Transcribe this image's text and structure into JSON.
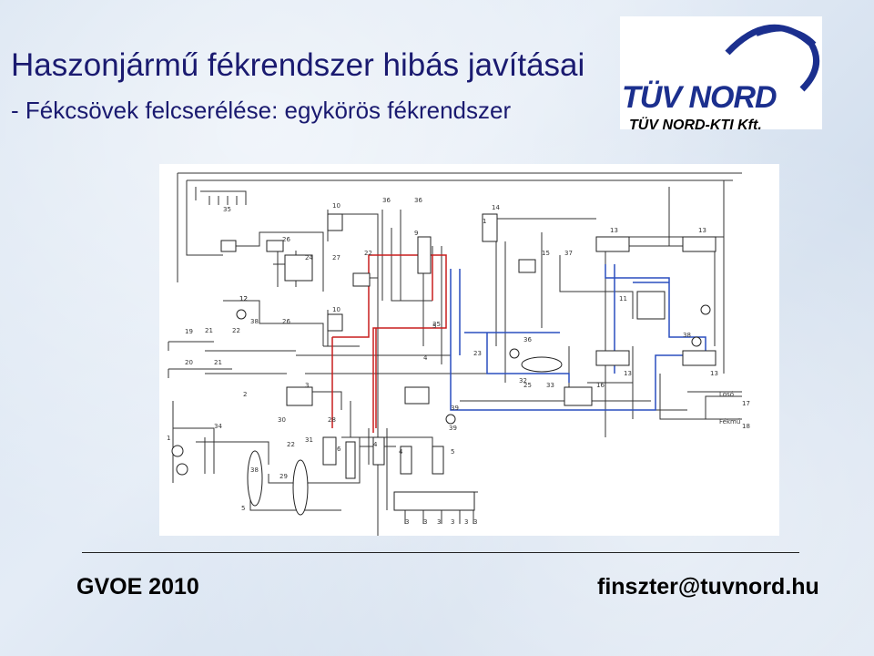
{
  "slide": {
    "title": "Haszonjármű fékrendszer hibás javításai",
    "subtitle": "- Fékcsövek felcserélése: egykörös fékrendszer"
  },
  "logo": {
    "brand": "TÜV NORD",
    "company": "TÜV NORD-KTI Kft.",
    "brand_color": "#1b2f8e"
  },
  "diagram": {
    "callout_numbers": [
      "35",
      "10",
      "36",
      "36",
      "14",
      "1",
      "26",
      "9",
      "12",
      "24",
      "27",
      "22",
      "15",
      "37",
      "13",
      "13",
      "5",
      "11",
      "12",
      "38",
      "26",
      "10",
      "35",
      "21",
      "22",
      "19",
      "20",
      "21",
      "23",
      "36",
      "32",
      "13",
      "13",
      "38",
      "3",
      "2",
      "4",
      "25",
      "33",
      "16",
      "17",
      "18",
      "1",
      "34",
      "30",
      "28",
      "39",
      "39",
      "22",
      "31",
      "6",
      "4",
      "4",
      "5",
      "29",
      "38",
      "5",
      "3",
      "3",
      "3",
      "3",
      "3",
      "3"
    ],
    "side_labels": [
      "Lösó",
      "Fékmű"
    ],
    "line_colors": {
      "brake_pipe_red": "#c81e1e",
      "brake_pipe_blue": "#2a4fbf",
      "schematic": "#333333"
    }
  },
  "footer": {
    "left": "GVOE 2010",
    "right": "finszter@tuvnord.hu"
  }
}
